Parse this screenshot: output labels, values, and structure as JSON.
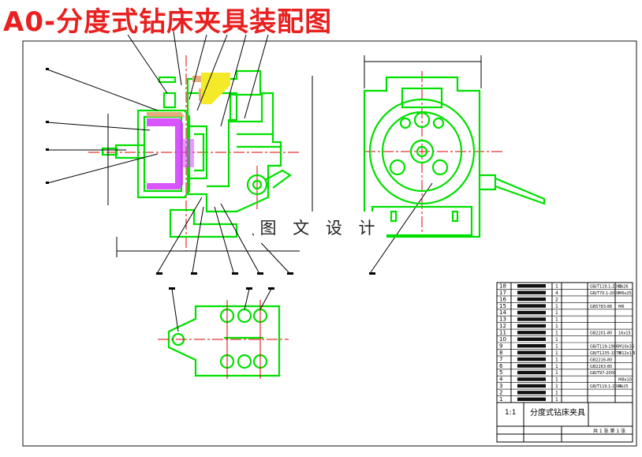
{
  "title": "A0-分度式钻床夹具装配图",
  "watermark": "图 文 设 计",
  "colors": {
    "outline": "#00e000",
    "center": "#e00000",
    "text": "#000000",
    "title": "#e8201f",
    "part": "#00ff00"
  },
  "parts_list": {
    "rows": [
      {
        "no": "18",
        "qty": "1",
        "spec": "GB/T119.1-2000",
        "note": "6x26"
      },
      {
        "no": "17",
        "qty": "4",
        "spec": "GB/T70.1-2000",
        "note": "M6x25"
      },
      {
        "no": "16",
        "qty": "2",
        "spec": "",
        "note": ""
      },
      {
        "no": "15",
        "qty": "1",
        "spec": "GB5783-86",
        "note": "M6"
      },
      {
        "no": "14",
        "qty": "1",
        "spec": "",
        "note": ""
      },
      {
        "no": "13",
        "qty": "1",
        "spec": "",
        "note": ""
      },
      {
        "no": "12",
        "qty": "1",
        "spec": "",
        "note": ""
      },
      {
        "no": "11",
        "qty": "1",
        "spec": "GB2201-80",
        "note": "16x15"
      },
      {
        "no": "10",
        "qty": "1",
        "spec": "",
        "note": ""
      },
      {
        "no": "9",
        "qty": "1",
        "spec": "GB/T119-1986",
        "note": "M10x35"
      },
      {
        "no": "8",
        "qty": "1",
        "spec": "GB/T1235-1976",
        "note": "M12x1.5"
      },
      {
        "no": "7",
        "qty": "1",
        "spec": "GB2216-80",
        "note": ""
      },
      {
        "no": "6",
        "qty": "1",
        "spec": "GB2263-80",
        "note": ""
      },
      {
        "no": "5",
        "qty": "1",
        "spec": "GB/T97-2000",
        "note": ""
      },
      {
        "no": "4",
        "qty": "1",
        "spec": "",
        "note": "M8x10"
      },
      {
        "no": "3",
        "qty": "1",
        "spec": "GB/T119.1-2000",
        "note": "4x25"
      },
      {
        "no": "2",
        "qty": "1",
        "spec": "",
        "note": ""
      },
      {
        "no": "1",
        "qty": "1",
        "spec": "",
        "note": ""
      }
    ]
  },
  "title_block": {
    "scale": "1:1",
    "name": "分度式钻床夹具",
    "school": "",
    "sheet": "共 1 张 第 1 张"
  }
}
